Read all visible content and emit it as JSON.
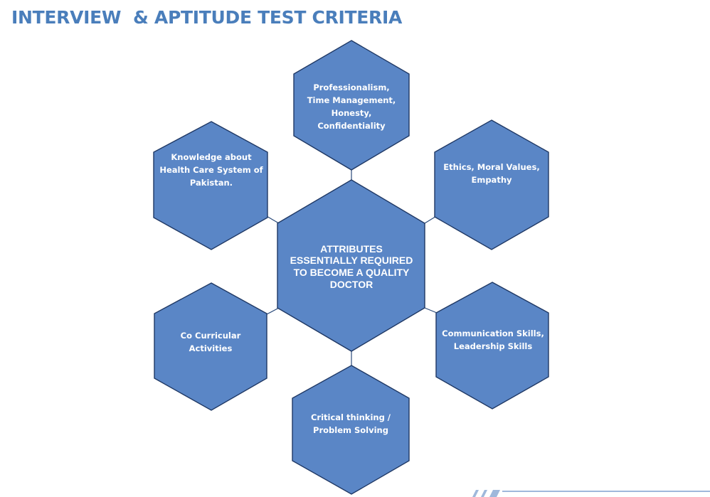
{
  "header": {
    "title": "INTERVIEW  & APTITUDE TEST CRITERIA"
  },
  "diagram": {
    "center": {
      "label": "ATTRIBUTES\nESSENTIALLY REQUIRED\nTO BECOME A QUALITY\nDOCTOR"
    },
    "nodes": [
      {
        "id": "top",
        "label": "Professionalism,\nTime Management,\nHonesty,\nConfidentiality"
      },
      {
        "id": "upper-left",
        "label": "Knowledge about\nHealth Care System of\nPakistan."
      },
      {
        "id": "upper-right",
        "label": "Ethics, Moral Values,\nEmpathy"
      },
      {
        "id": "lower-left",
        "label": "Co Curricular\nActivities"
      },
      {
        "id": "lower-right",
        "label": "Communication Skills,\nLeadership Skills"
      },
      {
        "id": "bottom",
        "label": "Critical thinking /\nProblem Solving"
      }
    ],
    "colors": {
      "hex_fill": "#5a86c6",
      "hex_stroke": "#1f3864",
      "title": "#4a7ebb"
    }
  }
}
